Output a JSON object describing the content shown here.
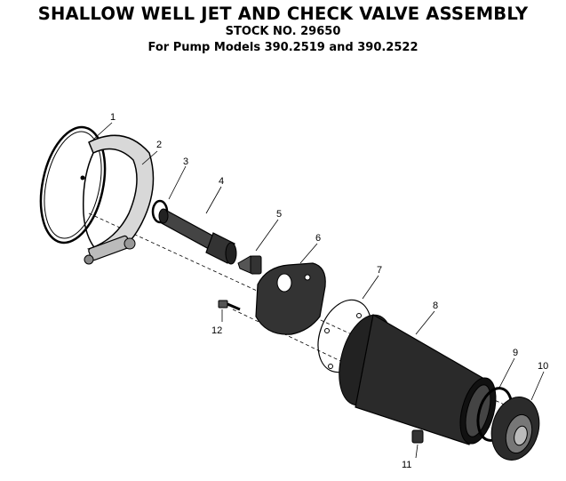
{
  "header": {
    "title": "SHALLOW WELL JET AND CHECK VALVE ASSEMBLY",
    "stock": "STOCK NO. 29650",
    "models": "For Pump Models 390.2519 and 390.2522"
  },
  "callouts": {
    "c1": "1",
    "c2": "2",
    "c3": "3",
    "c4": "4",
    "c5": "5",
    "c6": "6",
    "c7": "7",
    "c8": "8",
    "c9": "9",
    "c10": "10",
    "c11": "11",
    "c12": "12"
  }
}
